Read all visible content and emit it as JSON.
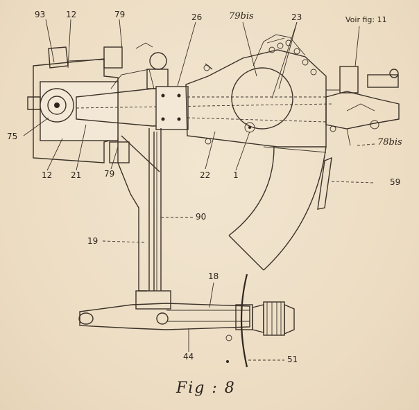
{
  "figure": {
    "caption": "Fig : 8",
    "labels": {
      "l93": "93",
      "l12a": "12",
      "l79a": "79",
      "l26": "26",
      "l79bis": "79bis",
      "l23": "23",
      "voir": "Voir fig: 11",
      "l75": "75",
      "l12b": "12",
      "l21": "21",
      "l79b": "79",
      "l22": "22",
      "l1": "1",
      "l78bis": "78bis",
      "l59": "59",
      "l90": "90",
      "l19": "19",
      "l18": "18",
      "l44": "44",
      "l51": "51"
    }
  }
}
